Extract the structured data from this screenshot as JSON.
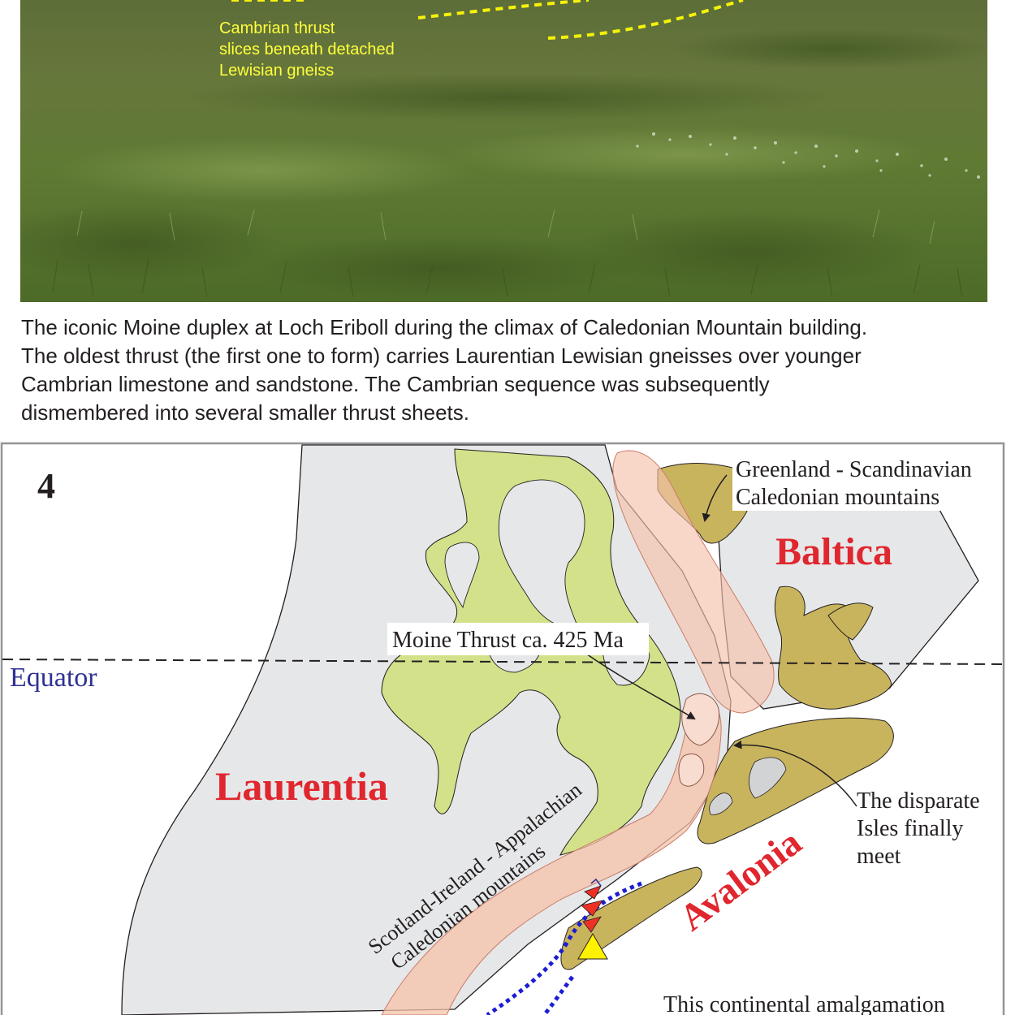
{
  "photo": {
    "label_lines": [
      "Cambrian thrust",
      "slices beneath detached",
      "Lewisian gneiss"
    ]
  },
  "caption": {
    "lines": [
      "The iconic Moine duplex at Loch Eriboll during the climax of Caledonian Mountain building.",
      "The oldest thrust (the first one to form) carries Laurentian Lewisian gneisses over younger",
      "Cambrian limestone and sandstone. The Cambrian sequence was subsequently",
      "dismembered into several smaller thrust sheets."
    ]
  },
  "map": {
    "panel_number": "4",
    "equator_label": "Equator",
    "laurentia_label": "Laurentia",
    "baltica_label": "Baltica",
    "avalonia_label": "Avalonia",
    "greenland_label_lines": [
      "Greenland - Scandinavian",
      "Caledonian mountains"
    ],
    "moine_label": "Moine Thrust ca. 425 Ma",
    "appalachian_label_lines": [
      "Scotland-Ireland - Appalachian",
      "Caledonian mountains"
    ],
    "isles_label_lines": [
      "The disparate",
      "Isles finally",
      "meet"
    ],
    "amalgamation_label": "This continental amalgamation"
  },
  "colors": {
    "photo_label": "#ffff3a",
    "continent_fill": "#e6e7e8",
    "lowland_green": "#d3e28a",
    "baltica_mountains": "#c9b45e",
    "orogen_pink": "#f6c1aa",
    "continent_name_red": "#e0262e",
    "equator_text": "#2e3192",
    "subduction_blue": "#1c1cd6"
  }
}
